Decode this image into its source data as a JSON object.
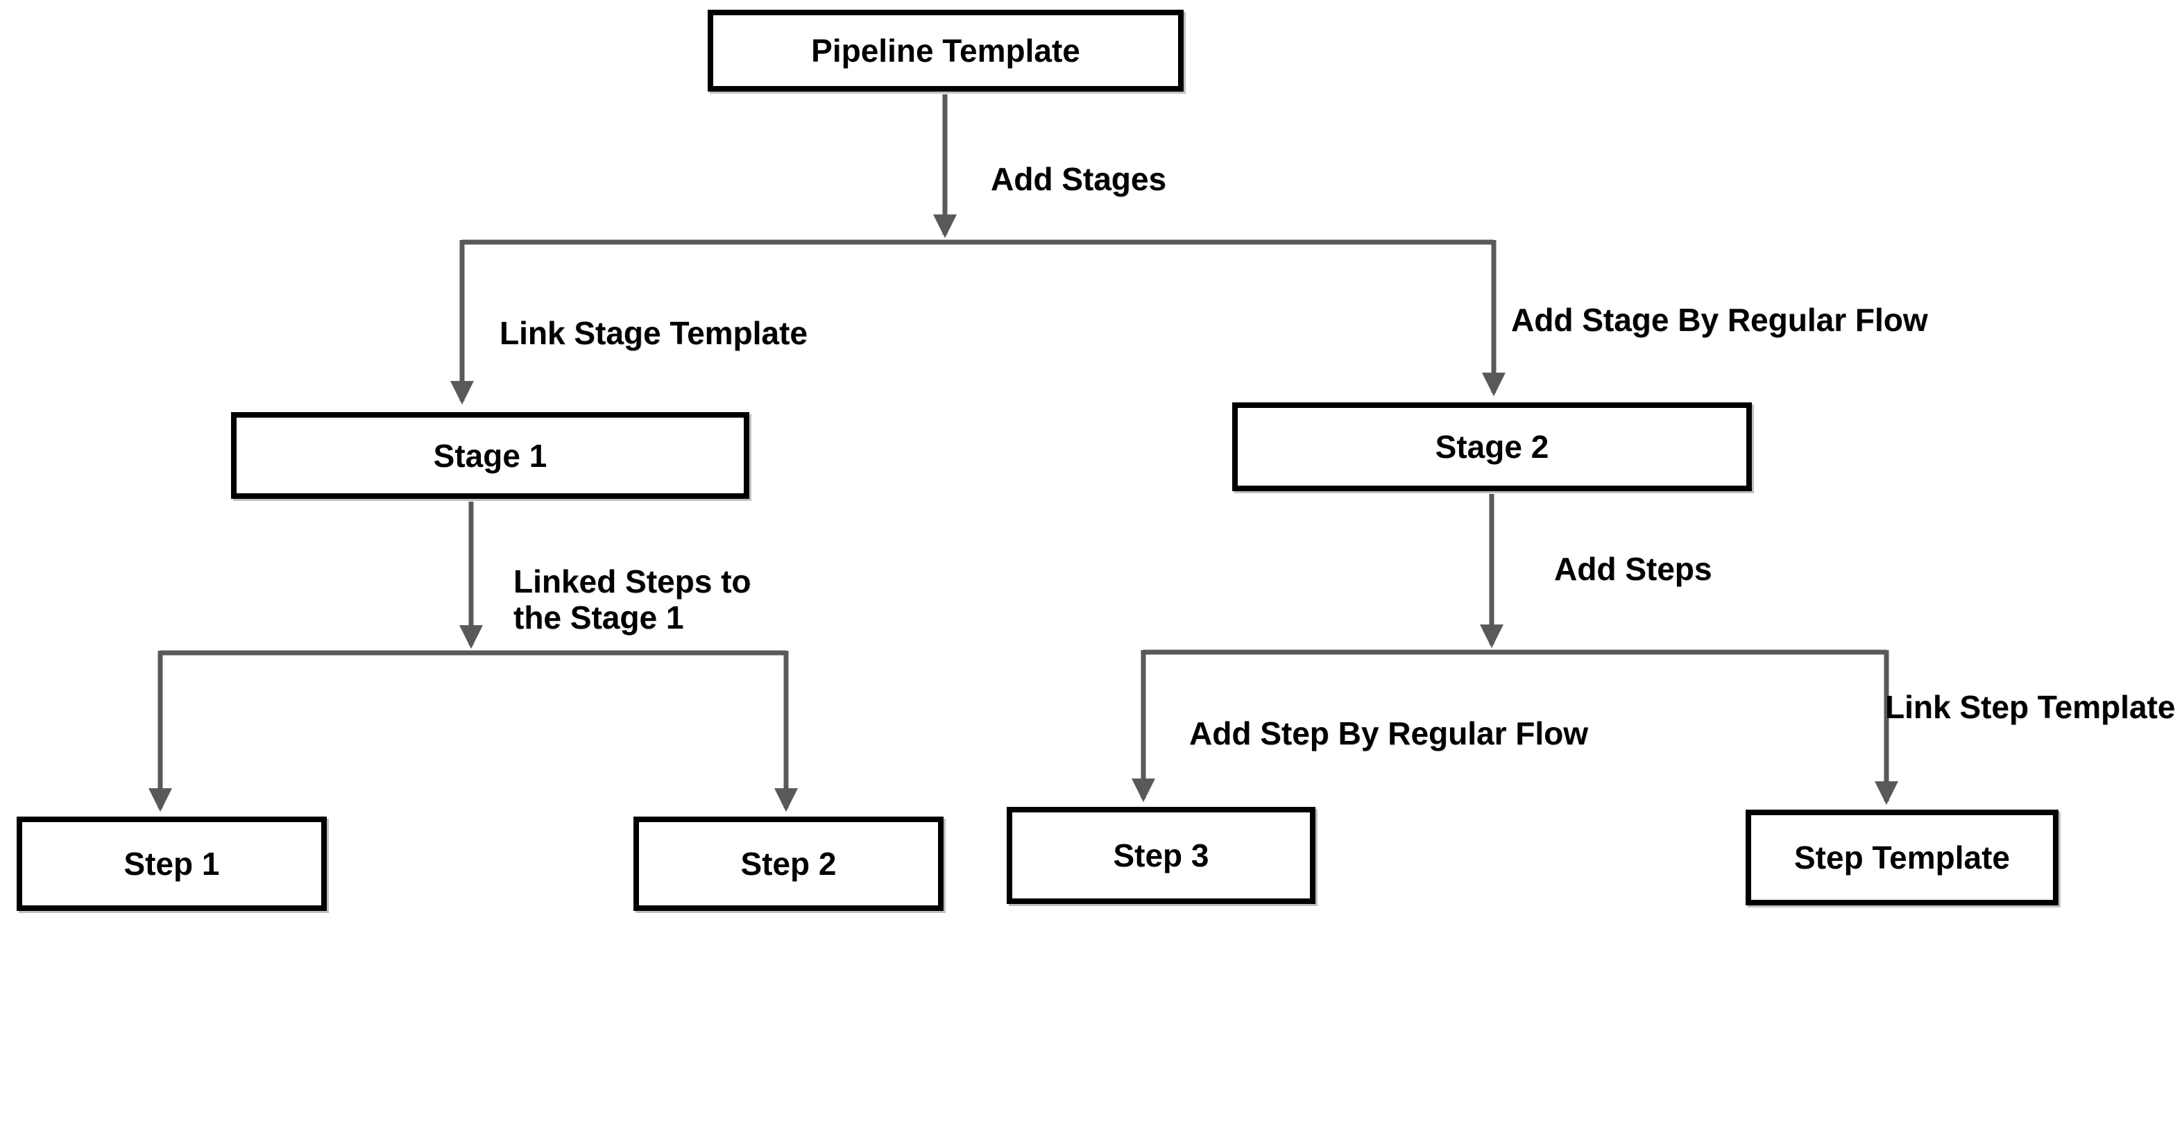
{
  "diagram": {
    "nodes": {
      "pipeline_template": {
        "label": "Pipeline Template"
      },
      "stage_1": {
        "label": "Stage 1"
      },
      "stage_2": {
        "label": "Stage 2"
      },
      "step_1": {
        "label": "Step 1"
      },
      "step_2": {
        "label": "Step 2"
      },
      "step_3": {
        "label": "Step 3"
      },
      "step_template": {
        "label": "Step Template"
      }
    },
    "edge_labels": {
      "add_stages": "Add Stages",
      "link_stage_template": "Link Stage Template",
      "add_stage_by_regular_flow": "Add Stage By Regular Flow",
      "linked_steps_line1": "Linked Steps to",
      "linked_steps_line2": "the Stage 1",
      "add_steps": "Add Steps",
      "add_step_by_regular_flow": "Add Step By Regular Flow",
      "link_step_template": "Link Step Template"
    },
    "colors": {
      "connector": "#595959",
      "node_border": "#000000",
      "node_fill": "#ffffff",
      "text": "#000000",
      "background": "#ffffff"
    }
  }
}
